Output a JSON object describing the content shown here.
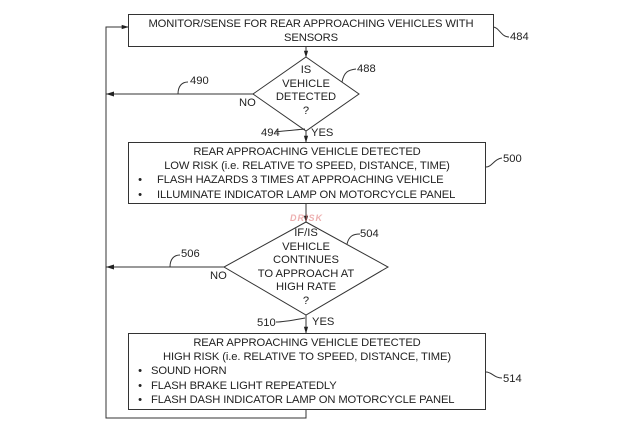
{
  "flowchart": {
    "start_box": {
      "ref": "484",
      "lines": [
        "MONITOR/SENSE FOR REAR APPROACHING VEHICLES WITH",
        "SENSORS"
      ]
    },
    "decision_1": {
      "ref": "488",
      "lines": [
        "IS",
        "VEHICLE",
        "DETECTED",
        "?"
      ],
      "no_label": "NO",
      "yes_label": "YES",
      "no_ref": "490",
      "yes_ref": "494"
    },
    "low_risk_box": {
      "ref": "500",
      "title": "REAR APPROACHING VEHICLE DETECTED",
      "subtitle": "LOW RISK (i.e. RELATIVE TO SPEED, DISTANCE, TIME)",
      "bullets": [
        "FLASH HAZARDS 3 TIMES AT APPROACHING VEHICLE",
        "ILLUMINATE INDICATOR LAMP ON MOTORCYCLE PANEL"
      ]
    },
    "decision_2": {
      "ref": "504",
      "lines": [
        "IF/IS",
        "VEHICLE",
        "CONTINUES",
        "TO APPROACH AT",
        "HIGH RATE",
        "?"
      ],
      "no_label": "NO",
      "yes_label": "YES",
      "no_ref": "506",
      "yes_ref": "510"
    },
    "high_risk_box": {
      "ref": "514",
      "title": "REAR APPROACHING VEHICLE DETECTED",
      "subtitle": "HIGH RISK (i.e. RELATIVE TO SPEED, DISTANCE, TIME)",
      "bullets": [
        "SOUND HORN",
        "FLASH BRAKE LIGHT REPEATEDLY",
        "FLASH DASH INDICATOR LAMP ON MOTORCYCLE PANEL"
      ]
    },
    "bullet_glyph": "•"
  },
  "watermark": "DRISK"
}
